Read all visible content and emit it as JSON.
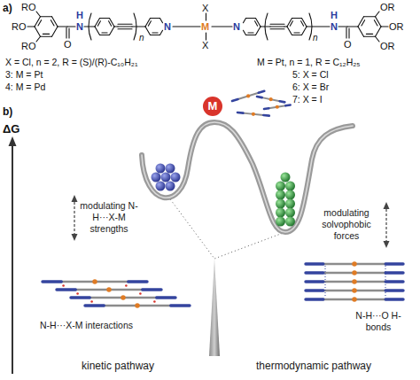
{
  "diagram": {
    "nodes": [
      {
        "text": [
          "modulating N-H···X-M strengths",
          "N-H···X-M interactions",
          "kinetic pathway"
        ]
      },
      {
        "text": [
          "M"
        ]
      },
      {
        "text": [
          "modulating solvophobic forces",
          "N-H···O H-bonds",
          "thermodynamic pathway"
        ]
      }
    ],
    "labels": [
      "a)",
      "RO",
      "RO",
      "RO",
      "H",
      "N",
      "O",
      "n",
      "N",
      "X",
      "M",
      "X",
      "N",
      "n",
      "H",
      "N",
      "O",
      "OR",
      "OR",
      "OR",
      "X = Cl, n = 2, R = (S)/(R)-C₁₀H₂₁",
      "3: M = Pt",
      "4: M = Pd",
      "M = Pt, n = 1, R = C₁₂H₂₅",
      "5: X = Cl",
      "6: X = Br",
      "7: X = I",
      "b)",
      "ΔG"
    ]
  }
}
